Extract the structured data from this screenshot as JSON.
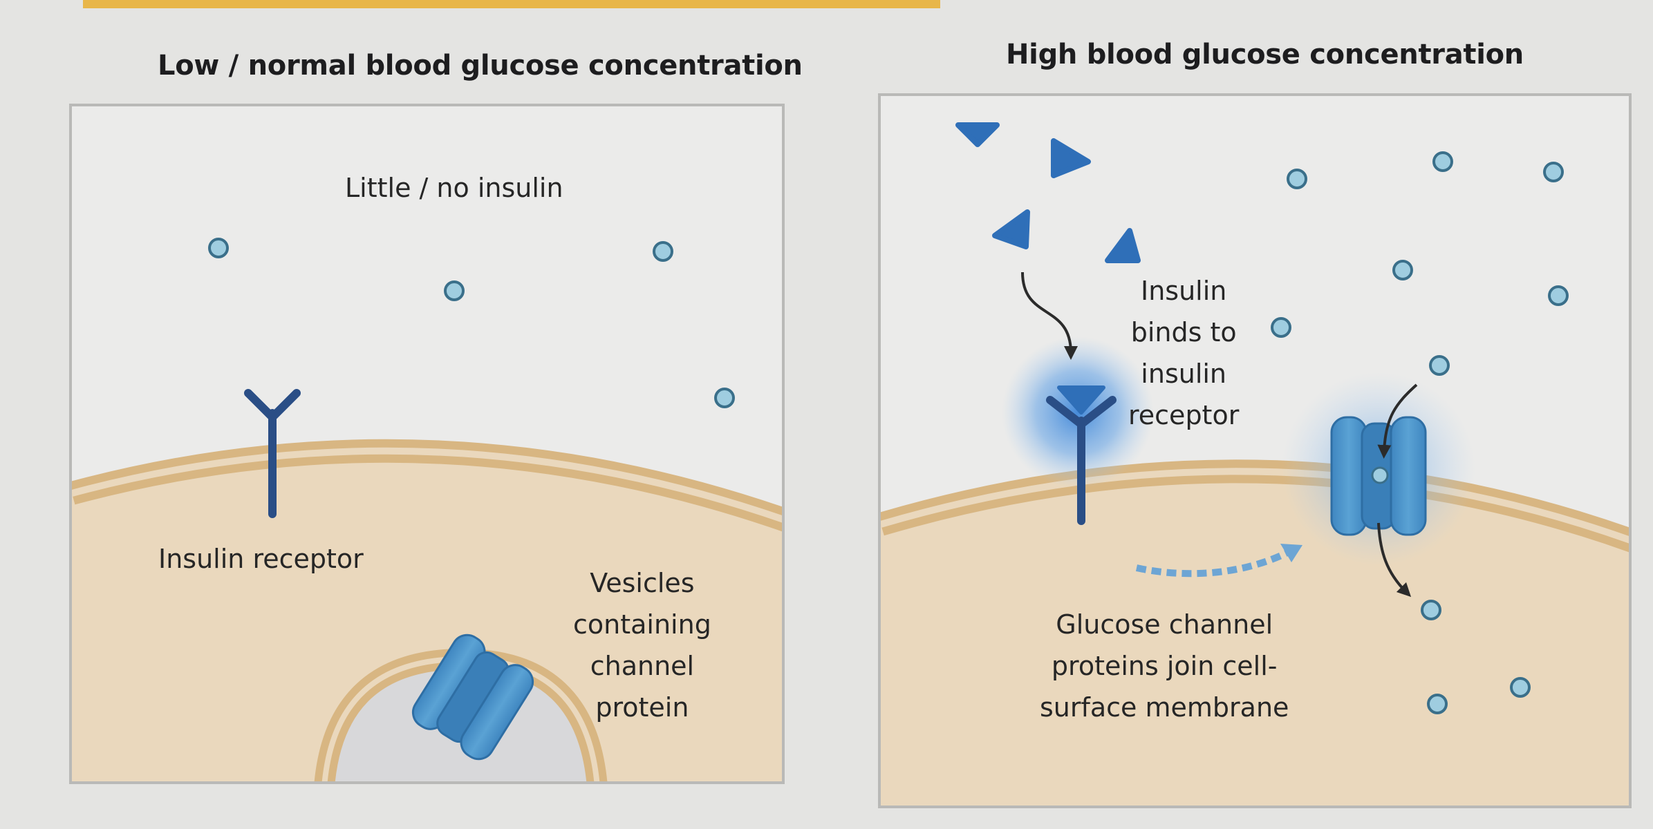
{
  "colors": {
    "accent_blue": "#2f6fb8",
    "receptor": "#2a4e86",
    "channel": "#4c93c9",
    "glucose_fill": "#9fcde0",
    "glucose_stroke": "#3a6f8a",
    "cytoplasm": "#ead8bd",
    "membrane": "#d9b98a",
    "background": "#ebebea"
  },
  "left_panel": {
    "title": "Low / normal blood glucose concentration",
    "labels": {
      "little_insulin": "Little / no insulin",
      "insulin_receptor": "Insulin receptor",
      "vesicles": [
        "Vesicles",
        "containing",
        "channel",
        "protein"
      ]
    }
  },
  "right_panel": {
    "title": "High blood glucose concentration",
    "labels": {
      "insulin_binds": [
        "Insulin",
        "binds to",
        "insulin",
        "receptor"
      ],
      "channel_join": [
        "Glucose channel",
        "proteins join cell-",
        "surface membrane"
      ]
    }
  }
}
